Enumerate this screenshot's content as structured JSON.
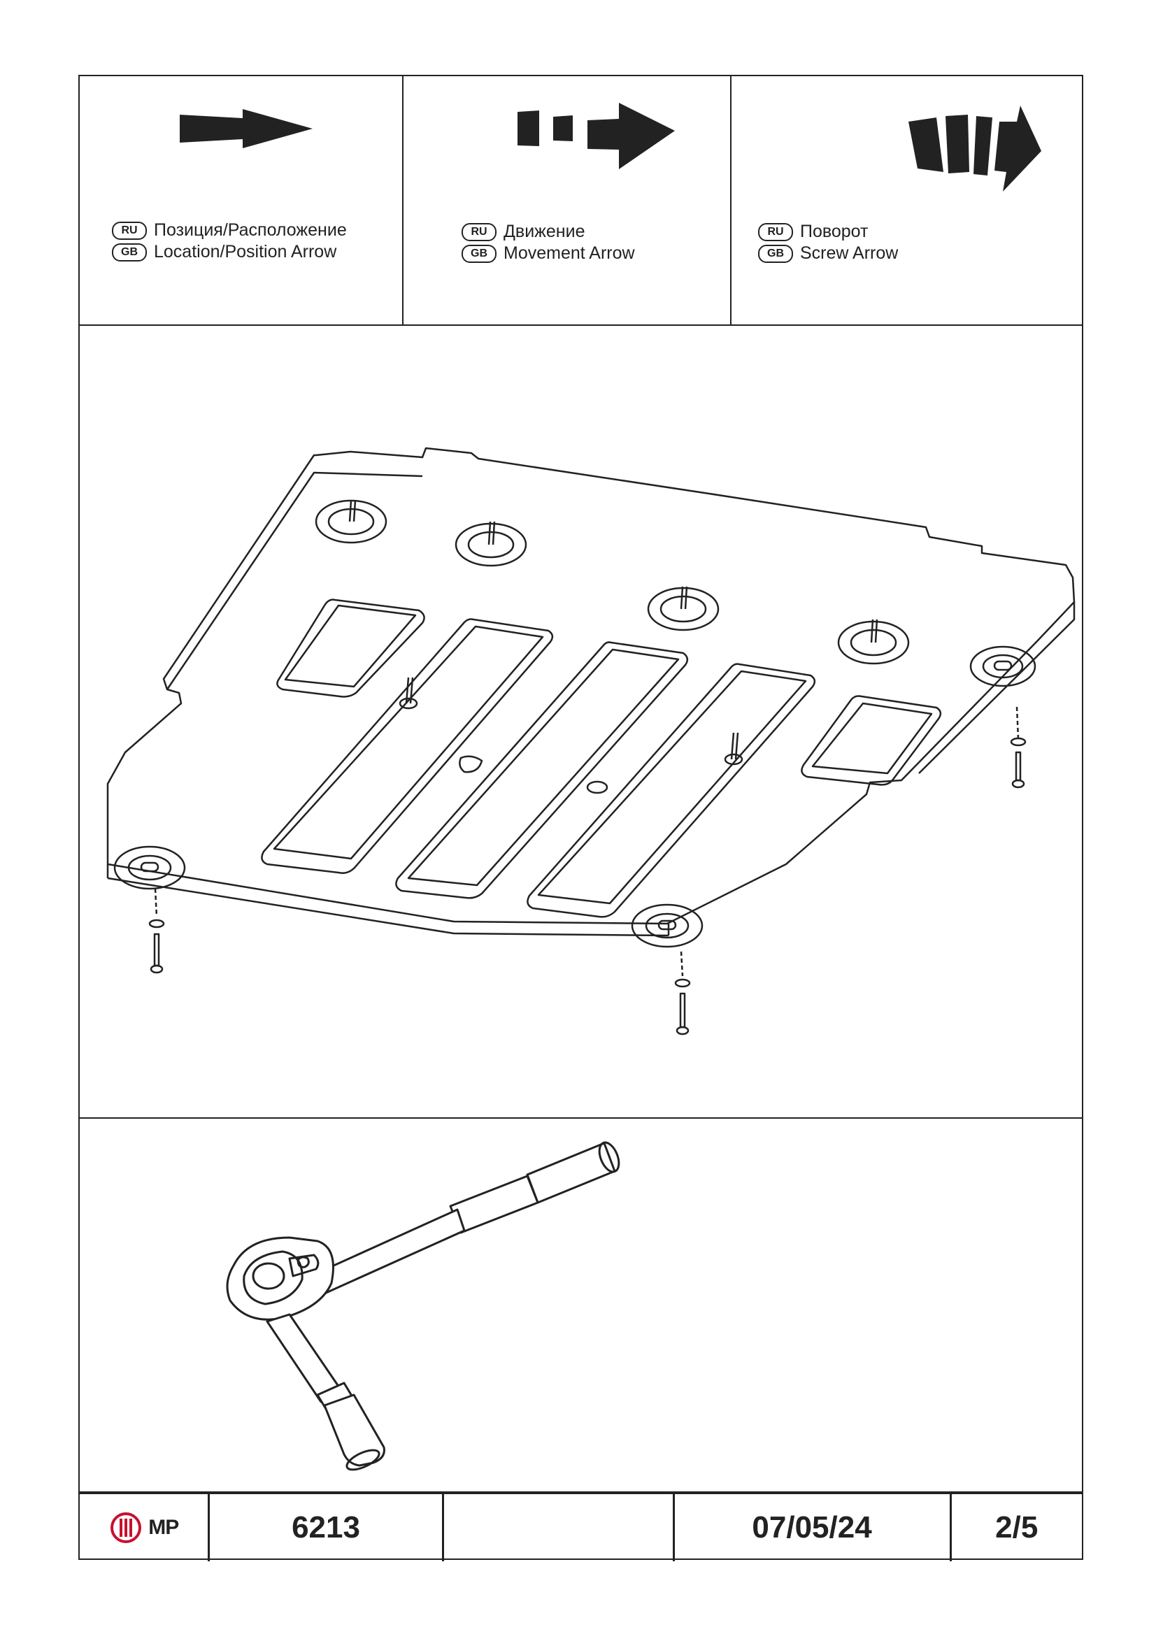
{
  "legend": [
    {
      "ru_badge": "RU",
      "gb_badge": "GB",
      "ru": "Позиция/Расположение",
      "gb": "Location/Position Arrow",
      "icon": "location-arrow-icon"
    },
    {
      "ru_badge": "RU",
      "gb_badge": "GB",
      "ru": "Движение",
      "gb": "Movement Arrow",
      "icon": "movement-arrow-icon"
    },
    {
      "ru_badge": "RU",
      "gb_badge": "GB",
      "ru": "Поворот",
      "gb": "Screw Arrow",
      "icon": "screw-arrow-icon"
    }
  ],
  "footer": {
    "logo_text": "MP",
    "logo_color": "#c8102e",
    "part_number": "6213",
    "blank": "",
    "date": "07/05/24",
    "page": "2/5"
  }
}
